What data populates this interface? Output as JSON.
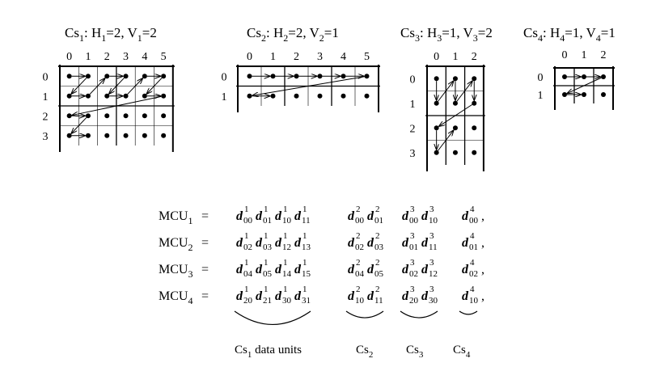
{
  "components": [
    {
      "cs": "Cs",
      "cs_sub": "1",
      "h_label": "H",
      "h_sub": "1",
      "h_value": "=2",
      "v_label": "V",
      "v_sub": "1",
      "v_value": "=2",
      "col_labels": [
        "0",
        "1",
        "2",
        "3",
        "4",
        "5"
      ],
      "row_labels": [
        "0",
        "1",
        "2",
        "3"
      ]
    },
    {
      "cs": "Cs",
      "cs_sub": "2",
      "h_label": "H",
      "h_sub": "2",
      "h_value": "=2",
      "v_label": "V",
      "v_sub": "2",
      "v_value": "=1",
      "col_labels": [
        "0",
        "1",
        "2",
        "3",
        "4",
        "5"
      ],
      "row_labels": [
        "0",
        "1"
      ]
    },
    {
      "cs": "Cs",
      "cs_sub": "3",
      "h_label": "H",
      "h_sub": "3",
      "h_value": "=1",
      "v_label": "V",
      "v_sub": "3",
      "v_value": "=2",
      "col_labels": [
        "0",
        "1",
        "2"
      ],
      "row_labels": [
        "0",
        "1",
        "2",
        "3"
      ]
    },
    {
      "cs": "Cs",
      "cs_sub": "4",
      "h_label": "H",
      "h_sub": "4",
      "h_value": "=1",
      "v_label": "V",
      "v_sub": "4",
      "v_value": "=1",
      "col_labels": [
        "0",
        "1",
        "2"
      ],
      "row_labels": [
        "0",
        "1"
      ]
    }
  ],
  "mcus": [
    {
      "label": "MCU",
      "sub": "1",
      "eq": "=",
      "units": [
        {
          "d": "d",
          "sup": "1",
          "sub": "00"
        },
        {
          "d": "d",
          "sup": "1",
          "sub": "01"
        },
        {
          "d": "d",
          "sup": "1",
          "sub": "10"
        },
        {
          "d": "d",
          "sup": "1",
          "sub": "11"
        },
        {
          "d": "d",
          "sup": "2",
          "sub": "00"
        },
        {
          "d": "d",
          "sup": "2",
          "sub": "01"
        },
        {
          "d": "d",
          "sup": "3",
          "sub": "00"
        },
        {
          "d": "d",
          "sup": "3",
          "sub": "10"
        },
        {
          "d": "d",
          "sup": "4",
          "sub": "00"
        }
      ],
      "end": ","
    },
    {
      "label": "MCU",
      "sub": "2",
      "eq": "=",
      "units": [
        {
          "d": "d",
          "sup": "1",
          "sub": "02"
        },
        {
          "d": "d",
          "sup": "1",
          "sub": "03"
        },
        {
          "d": "d",
          "sup": "1",
          "sub": "12"
        },
        {
          "d": "d",
          "sup": "1",
          "sub": "13"
        },
        {
          "d": "d",
          "sup": "2",
          "sub": "02"
        },
        {
          "d": "d",
          "sup": "2",
          "sub": "03"
        },
        {
          "d": "d",
          "sup": "3",
          "sub": "01"
        },
        {
          "d": "d",
          "sup": "3",
          "sub": "11"
        },
        {
          "d": "d",
          "sup": "4",
          "sub": "01"
        }
      ],
      "end": ","
    },
    {
      "label": "MCU",
      "sub": "3",
      "eq": "=",
      "units": [
        {
          "d": "d",
          "sup": "1",
          "sub": "04"
        },
        {
          "d": "d",
          "sup": "1",
          "sub": "05"
        },
        {
          "d": "d",
          "sup": "1",
          "sub": "14"
        },
        {
          "d": "d",
          "sup": "1",
          "sub": "15"
        },
        {
          "d": "d",
          "sup": "2",
          "sub": "04"
        },
        {
          "d": "d",
          "sup": "2",
          "sub": "05"
        },
        {
          "d": "d",
          "sup": "3",
          "sub": "02"
        },
        {
          "d": "d",
          "sup": "3",
          "sub": "12"
        },
        {
          "d": "d",
          "sup": "4",
          "sub": "02"
        }
      ],
      "end": ","
    },
    {
      "label": "MCU",
      "sub": "4",
      "eq": "=",
      "units": [
        {
          "d": "d",
          "sup": "1",
          "sub": "20"
        },
        {
          "d": "d",
          "sup": "1",
          "sub": "21"
        },
        {
          "d": "d",
          "sup": "1",
          "sub": "30"
        },
        {
          "d": "d",
          "sup": "1",
          "sub": "31"
        },
        {
          "d": "d",
          "sup": "2",
          "sub": "10"
        },
        {
          "d": "d",
          "sup": "2",
          "sub": "11"
        },
        {
          "d": "d",
          "sup": "3",
          "sub": "20"
        },
        {
          "d": "d",
          "sup": "3",
          "sub": "30"
        },
        {
          "d": "d",
          "sup": "4",
          "sub": "10"
        }
      ],
      "end": ","
    }
  ],
  "group_labels": [
    {
      "text": "Cs",
      "sub": "1",
      "suffix": " data units"
    },
    {
      "text": "Cs",
      "sub": "2",
      "suffix": ""
    },
    {
      "text": "Cs",
      "sub": "3",
      "suffix": ""
    },
    {
      "text": "Cs",
      "sub": "4",
      "suffix": ""
    }
  ]
}
